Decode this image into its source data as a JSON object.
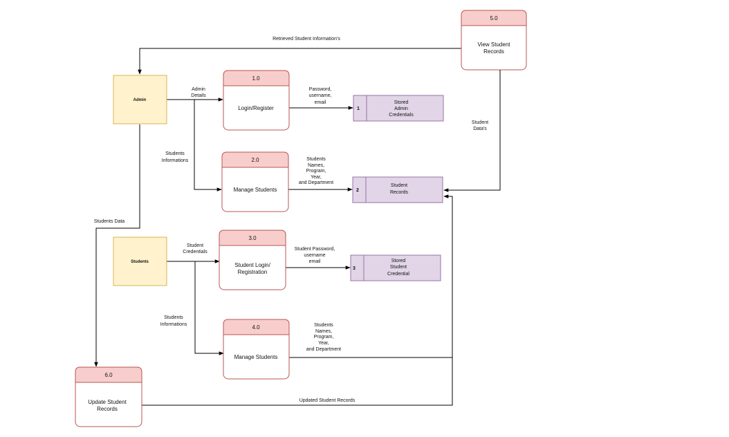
{
  "entities": {
    "admin": "Admin",
    "students": "Students"
  },
  "processes": {
    "p1": {
      "id": "1.0",
      "name": "Login/Register"
    },
    "p2": {
      "id": "2.0",
      "name": "Manage Students"
    },
    "p3": {
      "id": "3.0",
      "name_line1": "Student Login/",
      "name_line2": "Registration"
    },
    "p4": {
      "id": "4.0",
      "name": "Manage Students"
    },
    "p5": {
      "id": "5.0",
      "name_line1": "View Student",
      "name_line2": "Records"
    },
    "p6": {
      "id": "6.0",
      "name_line1": "Update Student",
      "name_line2": "Records"
    }
  },
  "stores": {
    "s1": {
      "id": "1",
      "line1": "Stored",
      "line2": "Admin",
      "line3": "Credentials"
    },
    "s2": {
      "id": "2",
      "line1": "Student",
      "line2": "Records"
    },
    "s3": {
      "id": "3",
      "line1": "Stored",
      "line2": "Student",
      "line3": "Credential"
    }
  },
  "flows": {
    "retrieved": "Retrieved Student Information's",
    "admin_details_1": "Admin",
    "admin_details_2": "Details",
    "pw_1": "Password,",
    "pw_2": "username,",
    "pw_3": "email",
    "students_info_1a": "Students",
    "students_info_1b": "Informations",
    "names_1": "Students",
    "names_2": "Names,",
    "names_3": "Program,",
    "names_4": "Year,",
    "names_5": "and Department",
    "student_data_1": "Student",
    "student_data_2": "Data's",
    "students_data": "Students Data",
    "student_cred_1": "Student",
    "student_cred_2": "Credentials",
    "spw_1": "Student Password,",
    "spw_2": "username",
    "spw_3": "email",
    "students_info_2a": "Students",
    "students_info_2b": "Informations",
    "names2_1": "Students",
    "names2_2": "Names,",
    "names2_3": "Program,",
    "names2_4": "Year,",
    "names2_5": "and Department",
    "updated": "Updated Student Records"
  }
}
